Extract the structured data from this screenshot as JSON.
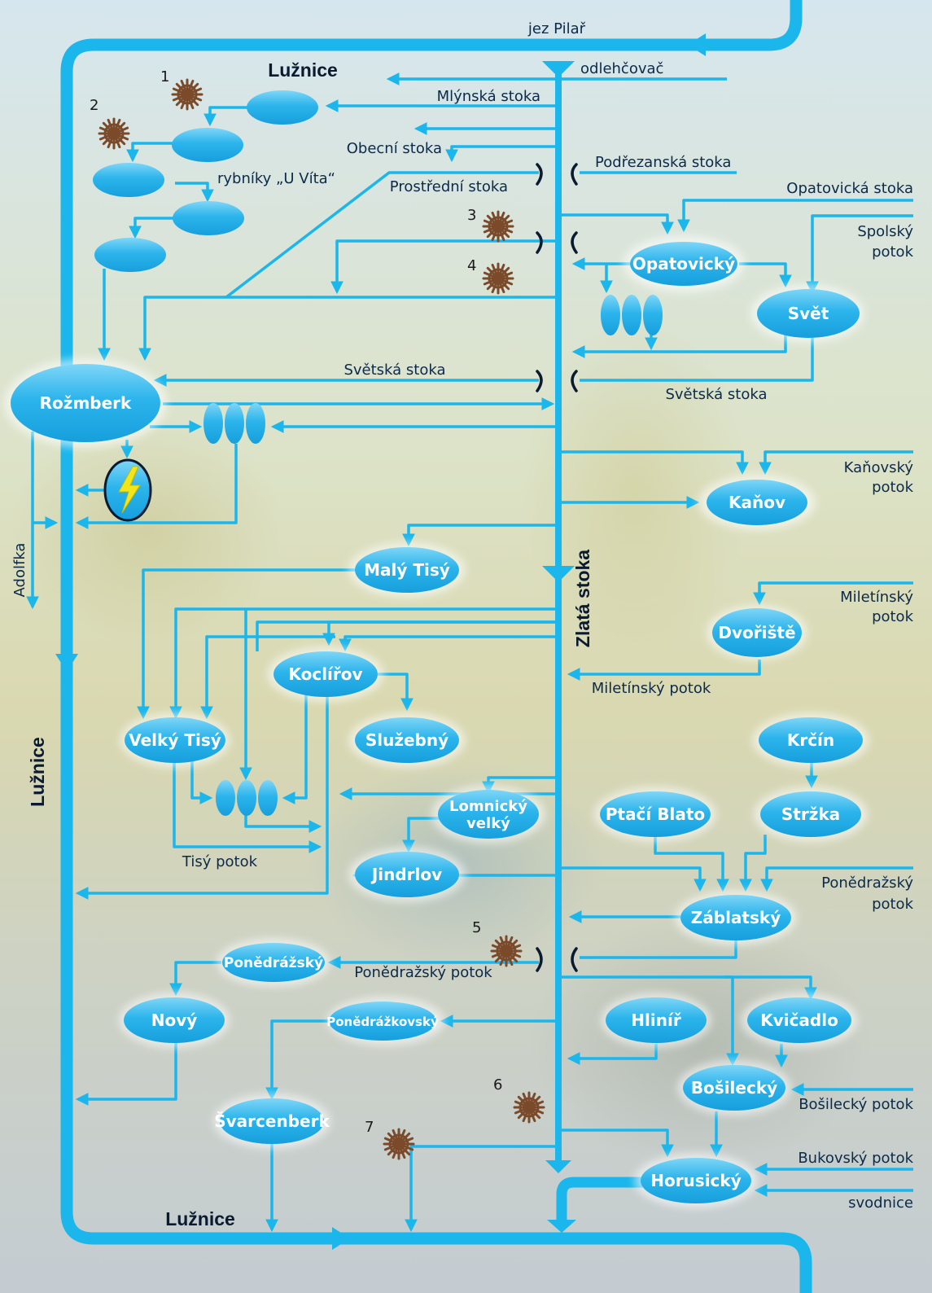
{
  "colors": {
    "water": "#1ab6ec",
    "pond": "#1aa8e6",
    "pond_light": "#6fd0f5",
    "mill": "#7a4a2a",
    "text": "#0c2a4a",
    "bolt": "#f2e61a"
  },
  "rivers": {
    "luznice_top": "Lužnice",
    "luznice_left": "Lužnice",
    "luznice_bottom": "Lužnice",
    "zlata_stoka": "Zlatá stoka",
    "adolfka": "Adolfka"
  },
  "labels": {
    "jez_pilar": "jez Pilař",
    "odlehcovac": "odlehčovač",
    "mlynska": "Mlýnská stoka",
    "obecni": "Obecní stoka",
    "podrezanska": "Podřezanská stoka",
    "rybniky_u_vita": "rybníky „U Víta“",
    "prostredni": "Prostřední stoka",
    "opatovicka": "Opatovická stoka",
    "spolsky_1": "Spolský",
    "spolsky_2": "potok",
    "svetska_left": "Světská stoka",
    "svetska_right": "Světská stoka",
    "kanovsky_1": "Kaňovský",
    "kanovsky_2": "potok",
    "miletinsky_1": "Miletínský",
    "miletinsky_2": "potok",
    "miletinsky_potok": "Miletínský potok",
    "tisy_potok": "Tisý potok",
    "ponedrazsky_r1": "Ponědražský",
    "ponedrazsky_r2": "potok",
    "ponedrazsky_potok": "Ponědražský potok",
    "bosilecky_potok": "Bošilecký potok",
    "bukovsky_potok": "Bukovský potok",
    "svodnice": "svodnice"
  },
  "ponds": {
    "rozmberk": "Rožmberk",
    "opatovicky": "Opatovický",
    "svet": "Svět",
    "kanov": "Kaňov",
    "maly_tisy": "Malý Tisý",
    "dvoriste": "Dvořiště",
    "kocliruv": "Koclířov",
    "velky_tisy": "Velký Tisý",
    "sluzebny": "Služebný",
    "krcin": "Krčín",
    "lomnicky_1": "Lomnický",
    "lomnicky_2": "velký",
    "ptaci_blato": "Ptačí Blato",
    "strzka": "Stržka",
    "jindrlov": "Jindrlov",
    "zablatsky": "Záblatský",
    "ponedrazsky": "Ponědrážský",
    "novy": "Nový",
    "ponedrazkovsky": "Ponědrážkovský",
    "hlinir": "Hliníř",
    "kvicadlo": "Kvičadlo",
    "bosilecky": "Bošilecký",
    "svarcenberk": "Švarcenberk",
    "horusicky": "Horusický"
  },
  "mills": [
    "1",
    "2",
    "3",
    "4",
    "5",
    "6",
    "7"
  ],
  "icons": {
    "mill": "mill-wheel-icon",
    "power_plant": "lightning-icon",
    "weir": "weir-bracket-icon"
  }
}
